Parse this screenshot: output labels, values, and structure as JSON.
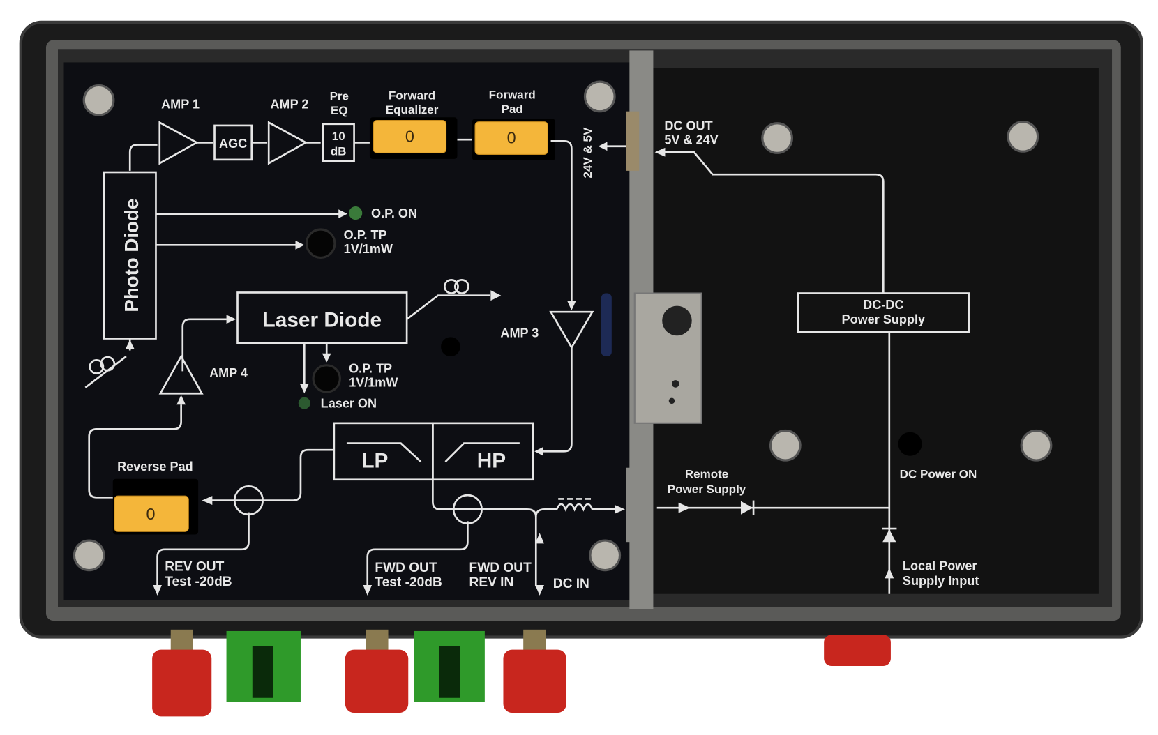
{
  "blocks": {
    "amp1": "AMP 1",
    "agc": "AGC",
    "amp2": "AMP 2",
    "pre_eq": [
      "Pre",
      "EQ"
    ],
    "pre_eq_value": [
      "10",
      "dB"
    ],
    "forward_equalizer": [
      "Forward",
      "Equalizer"
    ],
    "forward_pad": [
      "Forward",
      "Pad"
    ],
    "supply_label": "24V & 5V",
    "photo_diode": "Photo Diode",
    "op_on": "O.P. ON",
    "op_tp_1": [
      "O.P. TP",
      "1V/1mW"
    ],
    "laser_diode": "Laser Diode",
    "amp3": "AMP 3",
    "amp4": "AMP 4",
    "op_tp_2": [
      "O.P. TP",
      "1V/1mW"
    ],
    "laser_on": "Laser ON",
    "reverse_pad": "Reverse Pad",
    "lp": "LP",
    "hp": "HP",
    "rev_out": [
      "REV OUT",
      "Test -20dB"
    ],
    "fwd_out_test": [
      "FWD OUT",
      "Test -20dB"
    ],
    "fwd_out_rev_in": [
      "FWD OUT",
      "REV IN"
    ],
    "dc_in": "DC IN"
  },
  "switches": {
    "forward_equalizer_value": "0",
    "forward_pad_value": "0",
    "reverse_pad_value": "0"
  },
  "power": {
    "dc_out": [
      "DC OUT",
      "5V & 24V"
    ],
    "dc_dc": [
      "DC-DC",
      "Power Supply"
    ],
    "remote_power": [
      "Remote",
      "Power Supply"
    ],
    "dc_power_on": "DC Power ON",
    "local_power": [
      "Local Power",
      "Supply Input"
    ]
  },
  "colors": {
    "panel": "#0d0e13",
    "switch": "#f4b63a",
    "connector_red": "#c8261e",
    "connector_green": "#2f9a2a"
  }
}
